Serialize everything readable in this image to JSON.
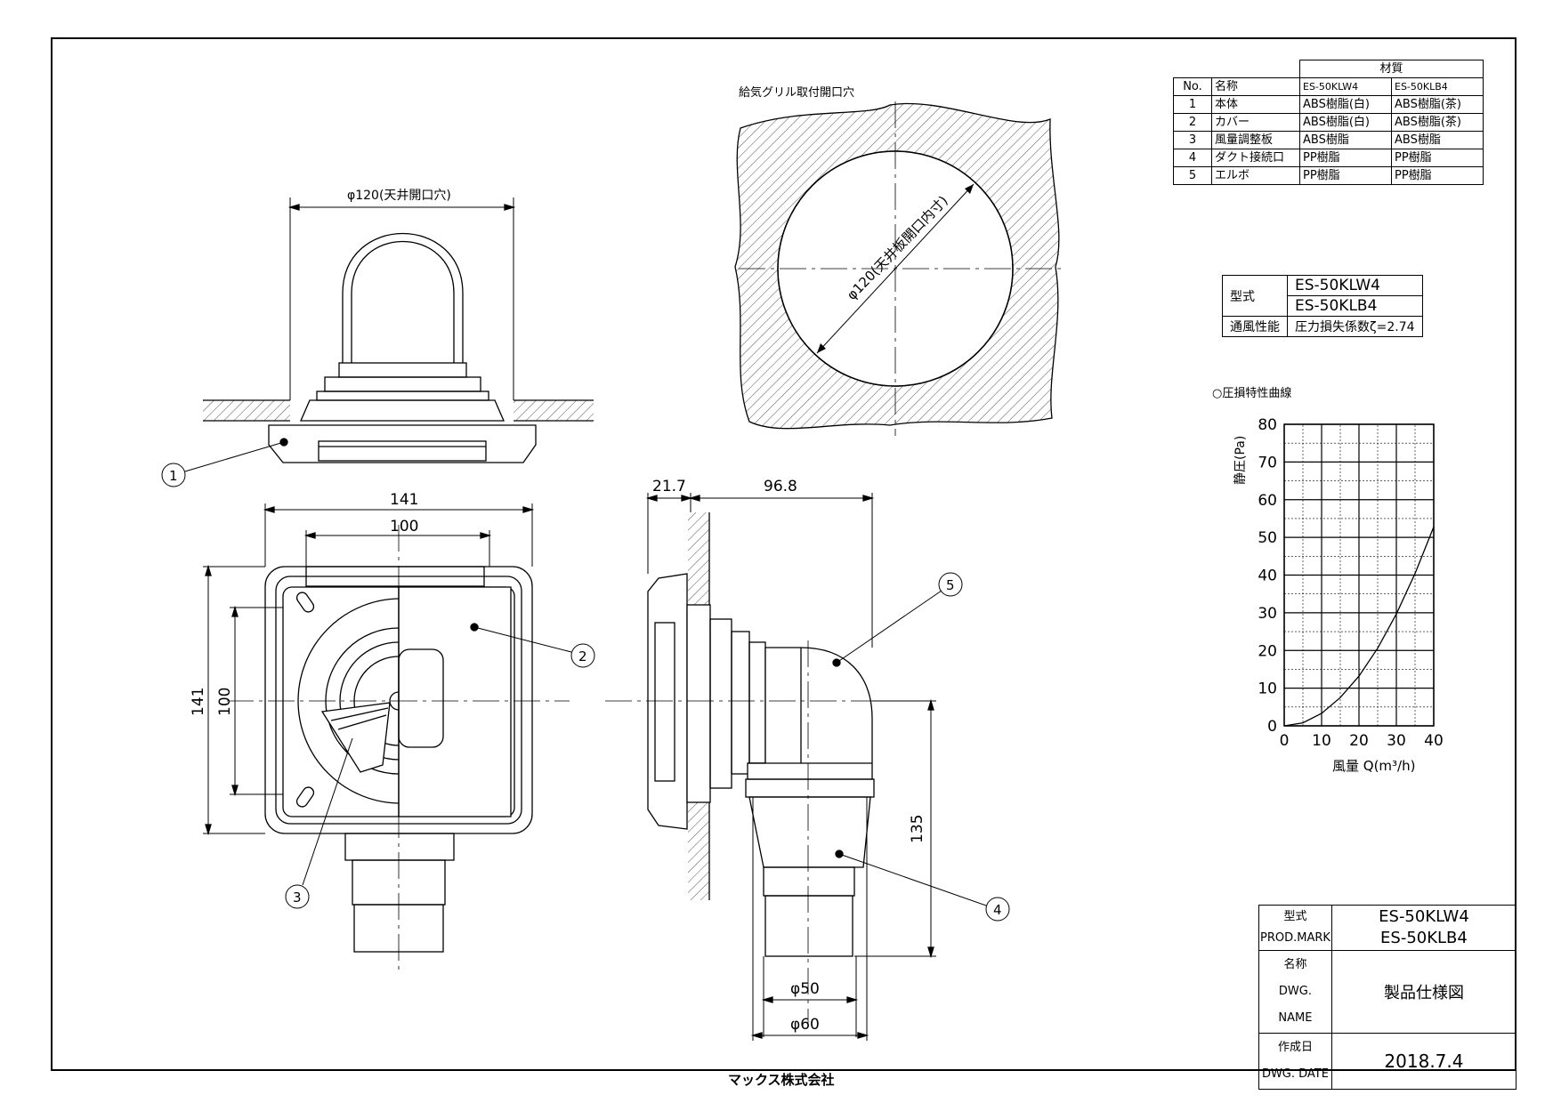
{
  "labels": {
    "grille_opening_title": "給気グリル取付開口穴",
    "ceiling_opening_dim": "φ120(天井開口穴)",
    "board_opening_dim": "φ120(天井板開口内寸)",
    "dim_141_width": "141",
    "dim_100_width": "100",
    "dim_141_height": "141",
    "dim_100_height": "100",
    "dim_21_7": "21.7",
    "dim_96_8": "96.8",
    "dim_135": "135",
    "dim_phi50": "φ50",
    "dim_phi60": "φ60",
    "part_callout_1": "1",
    "part_callout_2": "2",
    "part_callout_3": "3",
    "part_callout_4": "4",
    "part_callout_5": "5"
  },
  "parts_table": {
    "material_header": "材質",
    "col_no": "No.",
    "col_name": "名称",
    "col_model_w": "ES-50KLW4",
    "col_model_b": "ES-50KLB4",
    "rows": [
      {
        "no": "1",
        "name": "本体",
        "w": "ABS樹脂(白)",
        "b": "ABS樹脂(茶)"
      },
      {
        "no": "2",
        "name": "カバー",
        "w": "ABS樹脂(白)",
        "b": "ABS樹脂(茶)"
      },
      {
        "no": "3",
        "name": "風量調整板",
        "w": "ABS樹脂",
        "b": "ABS樹脂"
      },
      {
        "no": "4",
        "name": "ダクト接続口",
        "w": "PP樹脂",
        "b": "PP樹脂"
      },
      {
        "no": "5",
        "name": "エルボ",
        "w": "PP樹脂",
        "b": "PP樹脂"
      }
    ]
  },
  "spec": {
    "model_label": "型式",
    "model_1": "ES-50KLW4",
    "model_2": "ES-50KLB4",
    "perf_label": "通風性能",
    "perf_value": "圧力損失係数ζ=2.74"
  },
  "chart_data": {
    "type": "line",
    "title": "○圧損特性曲線",
    "xlabel": "風量 Q(m³/h)",
    "ylabel": "静圧(Pa)",
    "xlim": [
      0,
      40
    ],
    "ylim": [
      0,
      80
    ],
    "x_ticks": [
      "0",
      "10",
      "20",
      "30",
      "40"
    ],
    "y_ticks": [
      "0",
      "10",
      "20",
      "30",
      "40",
      "50",
      "60",
      "70",
      "80"
    ],
    "grid": true,
    "series": [
      {
        "x": [
          0,
          5,
          10,
          15,
          20,
          25,
          30,
          35,
          40
        ],
        "y": [
          0,
          0.8,
          3.3,
          7.5,
          13.2,
          20.6,
          29.7,
          40.4,
          52.8
        ]
      }
    ]
  },
  "title_block": {
    "model_label_jp": "型式",
    "model_label_en": "PROD.MARK",
    "model_1": "ES-50KLW4",
    "model_2": "ES-50KLB4",
    "name_label_jp": "名称",
    "name_label_en": "DWG. NAME",
    "name_value": "製品仕様図",
    "date_label_jp": "作成日",
    "date_label_en": "DWG. DATE",
    "date_value": "2018.7.4"
  },
  "company": "マックス株式会社"
}
